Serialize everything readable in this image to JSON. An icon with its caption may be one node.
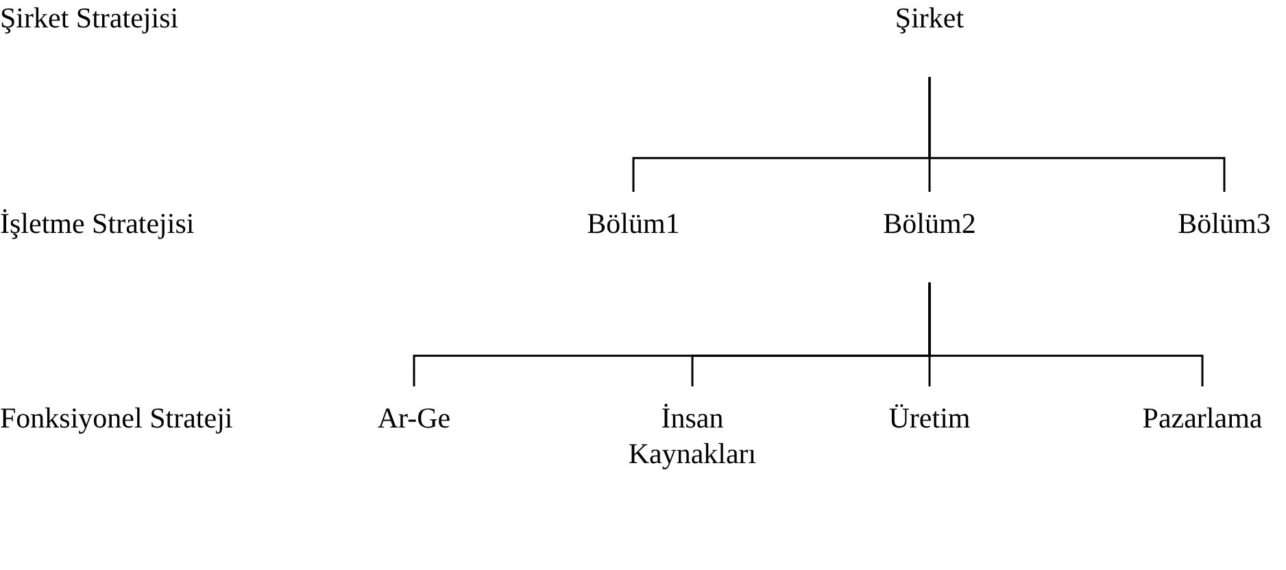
{
  "diagram": {
    "nodes": [
      {
        "text": [
          "Şirket"
        ]
      },
      {
        "text": [
          "Bölüm1"
        ]
      },
      {
        "text": [
          "Bölüm2"
        ]
      },
      {
        "text": [
          "Bölüm3"
        ]
      },
      {
        "text": [
          "Ar-Ge"
        ]
      },
      {
        "text": [
          "İnsan Kaynakları"
        ]
      },
      {
        "text": [
          "Üretim"
        ]
      },
      {
        "text": [
          "Pazarlama"
        ]
      }
    ],
    "edges": [
      {
        "from": 0,
        "to": 1,
        "arrow": "none"
      },
      {
        "from": 0,
        "to": 2,
        "arrow": "none"
      },
      {
        "from": 0,
        "to": 3,
        "arrow": "none"
      },
      {
        "from": 2,
        "to": 4,
        "arrow": "none"
      },
      {
        "from": 2,
        "to": 5,
        "arrow": "none"
      },
      {
        "from": 2,
        "to": 6,
        "arrow": "none"
      },
      {
        "from": 2,
        "to": 7,
        "arrow": "none"
      }
    ],
    "labels": [
      "Şirket Stratejisi",
      "İşletme Stratejisi",
      "Fonksiyonel Strateji"
    ]
  }
}
